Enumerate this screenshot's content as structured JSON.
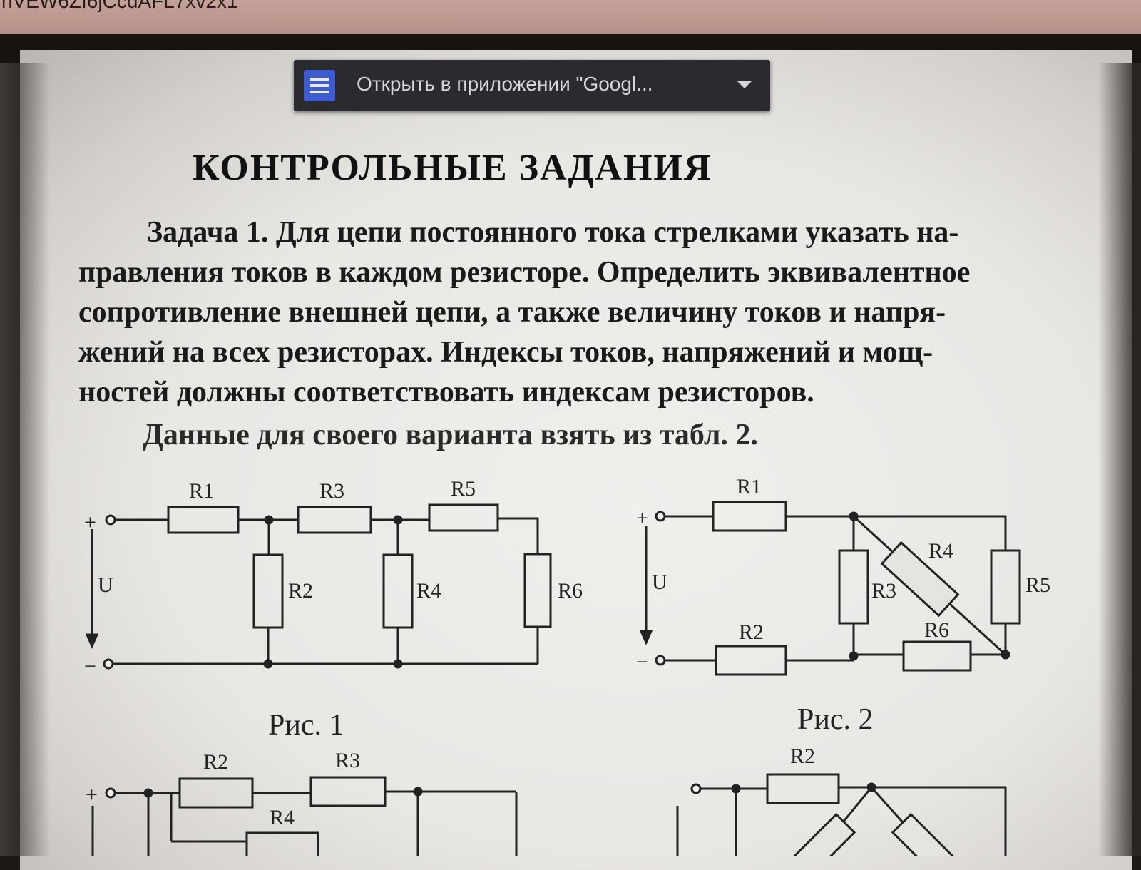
{
  "browser": {
    "url_fragment": "nVEW6ZI6jCcdAFL7xv2x1"
  },
  "open_in_app_bar": {
    "label": "Открыть в приложении \"Googl...",
    "menu_icon": "menu-icon",
    "dropdown_icon": "chevron-down-icon",
    "accent_color": "#3e5bd0"
  },
  "document": {
    "title": "КОНТРОЛЬНЫЕ ЗАДАНИЯ",
    "task_lines": [
      "Задача 1. Для цепи постоянного тока стрелками указать на-",
      "правления токов в каждом резисторе. Определить эквивалентное",
      "сопротивление внешней цепи, а также величину токов и напря-",
      "жений на всех резисторах. Индексы токов, напряжений и мощ-",
      "ностей должны соответствовать индексам резисторов."
    ],
    "data_note": "Данные для своего варианта взять из табл. 2."
  },
  "figures": {
    "fig1": {
      "caption": "Рис. 1",
      "plus": "+",
      "minus": "−",
      "voltage": "U",
      "labels": {
        "r1": "R1",
        "r2": "R2",
        "r3": "R3",
        "r4": "R4",
        "r5": "R5",
        "r6": "R6"
      }
    },
    "fig2": {
      "caption": "Рис. 2",
      "plus": "+",
      "minus": "−",
      "voltage": "U",
      "labels": {
        "r1": "R1",
        "r2": "R2",
        "r3": "R3",
        "r4": "R4",
        "r5": "R5",
        "r6": "R6"
      }
    },
    "fig3": {
      "plus": "+",
      "labels": {
        "r2": "R2",
        "r3": "R3",
        "r4": "R4"
      }
    },
    "fig4": {
      "labels": {
        "r2": "R2"
      }
    }
  }
}
